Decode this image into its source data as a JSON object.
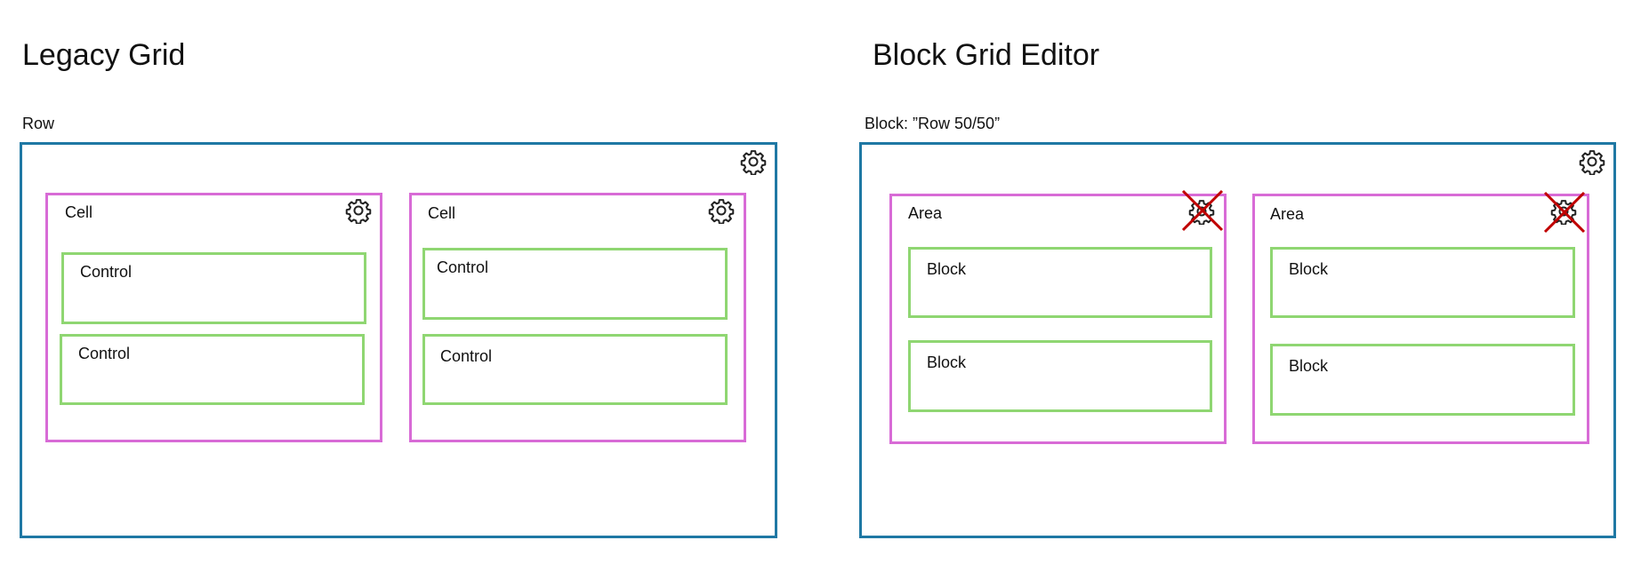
{
  "legacy": {
    "title": "Legacy Grid",
    "row_label": "Row",
    "cells": [
      {
        "label": "Cell",
        "controls": [
          "Control",
          "Control"
        ]
      },
      {
        "label": "Cell",
        "controls": [
          "Control",
          "Control"
        ]
      }
    ]
  },
  "block_grid": {
    "title": "Block Grid Editor",
    "row_label": "Block: ”Row 50/50”",
    "areas": [
      {
        "label": "Area",
        "blocks": [
          "Block",
          "Block"
        ]
      },
      {
        "label": "Area",
        "blocks": [
          "Block",
          "Block"
        ]
      }
    ]
  },
  "colors": {
    "row_border": "#1f78a4",
    "cell_border": "#d86bd6",
    "control_border": "#8fd672",
    "cross": "#c00000"
  },
  "icons": {
    "settings": "gear-icon",
    "disabled": "cross-icon"
  }
}
